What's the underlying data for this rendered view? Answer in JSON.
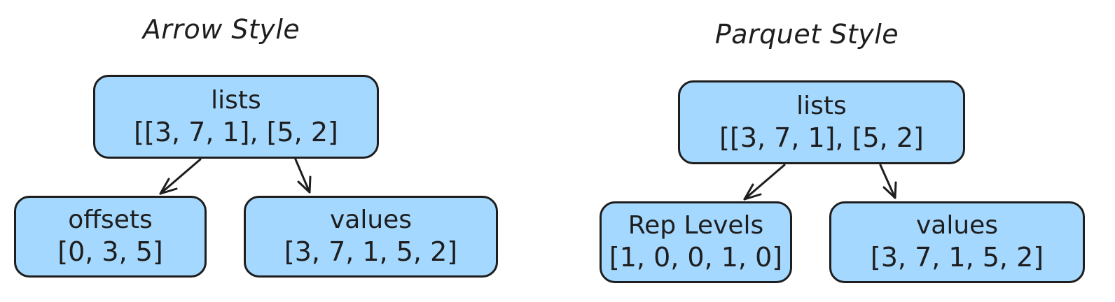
{
  "arrow_style": {
    "title": "Arrow Style",
    "root": {
      "label": "lists",
      "value": "[[3, 7, 1], [5, 2]"
    },
    "left": {
      "label": "offsets",
      "value": "[0, 3, 5]"
    },
    "right": {
      "label": "values",
      "value": "[3, 7, 1, 5, 2]"
    }
  },
  "parquet_style": {
    "title": "Parquet Style",
    "root": {
      "label": "lists",
      "value": "[[3, 7, 1], [5, 2]"
    },
    "left": {
      "label": "Rep Levels",
      "value": "[1, 0, 0, 1, 0]"
    },
    "right": {
      "label": "values",
      "value": "[3, 7, 1, 5, 2]"
    }
  },
  "colors": {
    "box_fill": "#a5d8ff",
    "stroke": "#1e1e1e"
  }
}
